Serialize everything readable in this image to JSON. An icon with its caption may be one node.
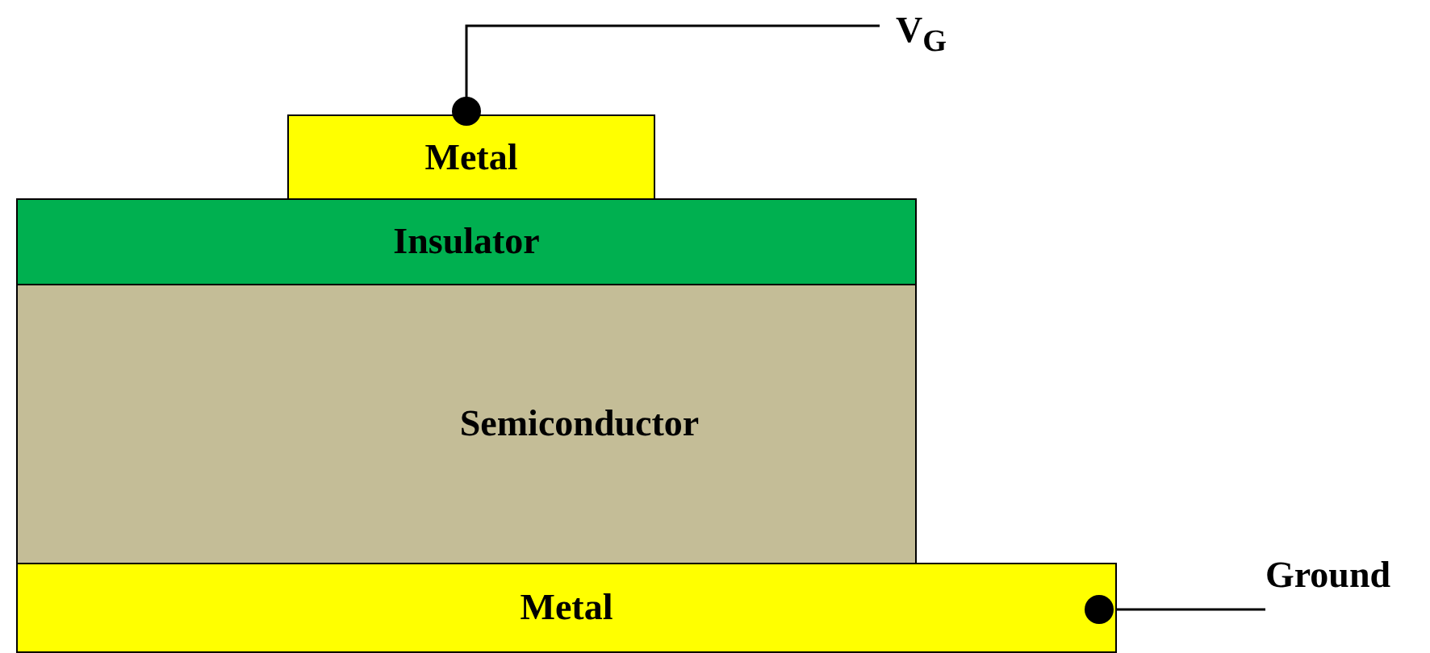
{
  "diagram": {
    "nodes": [
      {
        "text": [
          "Metal"
        ]
      },
      {
        "text": [
          "Insulator"
        ]
      },
      {
        "text": [
          "Semiconductor"
        ]
      },
      {
        "text": [
          "Metal"
        ]
      },
      {
        "text": [
          "V$_{G}$"
        ]
      },
      {
        "text": [
          "Ground"
        ]
      }
    ],
    "edges": [
      {
        "from": 0,
        "to": 4,
        "arrow": "other"
      },
      {
        "from": 3,
        "to": 5,
        "arrow": "other"
      }
    ]
  }
}
